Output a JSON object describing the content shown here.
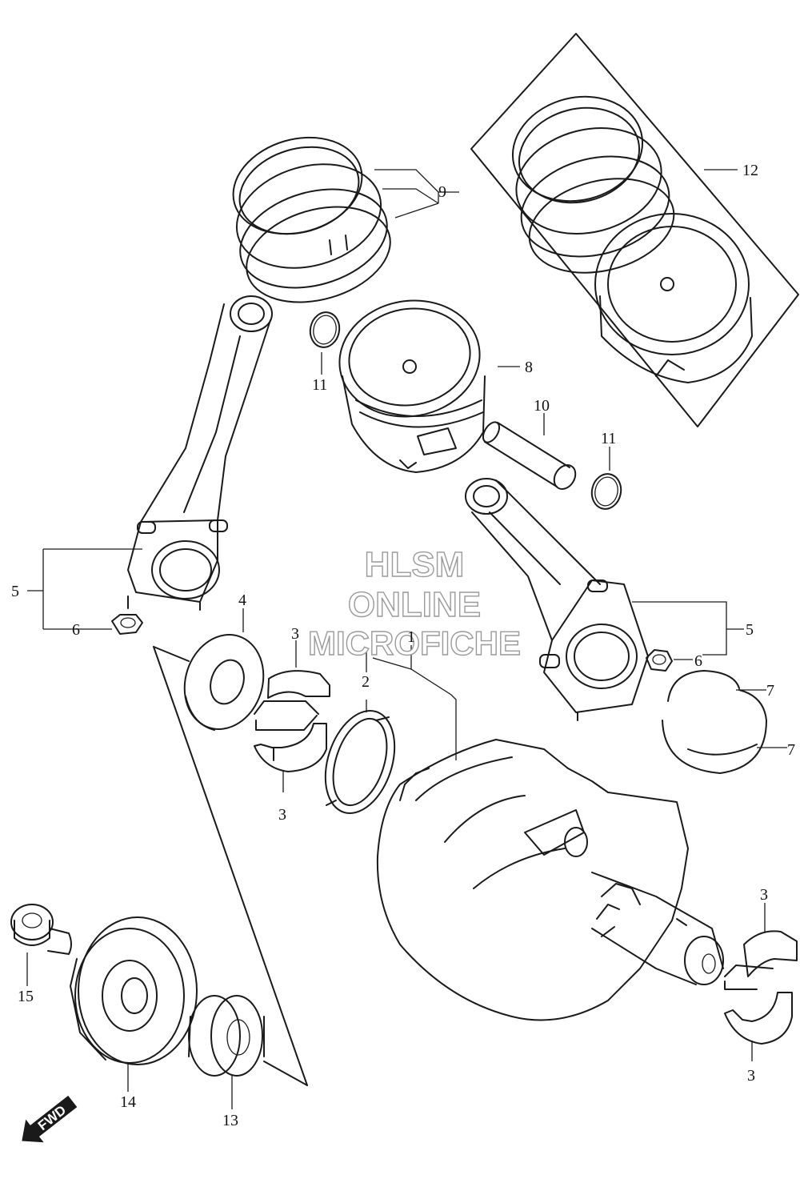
{
  "watermark": {
    "line1": "HLSM",
    "line2": "ONLINE",
    "line3": "MICROFICHE"
  },
  "callouts": {
    "c1": "1",
    "c2": "2",
    "c3a": "3",
    "c3b": "3",
    "c3c": "3",
    "c3d": "3",
    "c4": "4",
    "c5a": "5",
    "c5b": "5",
    "c6a": "6",
    "c6b": "6",
    "c7a": "7",
    "c7b": "7",
    "c8": "8",
    "c9": "9",
    "c10": "10",
    "c11a": "11",
    "c11b": "11",
    "c12": "12",
    "c13": "13",
    "c14": "14",
    "c15": "15"
  },
  "direction_badge": {
    "label": "FWD"
  }
}
